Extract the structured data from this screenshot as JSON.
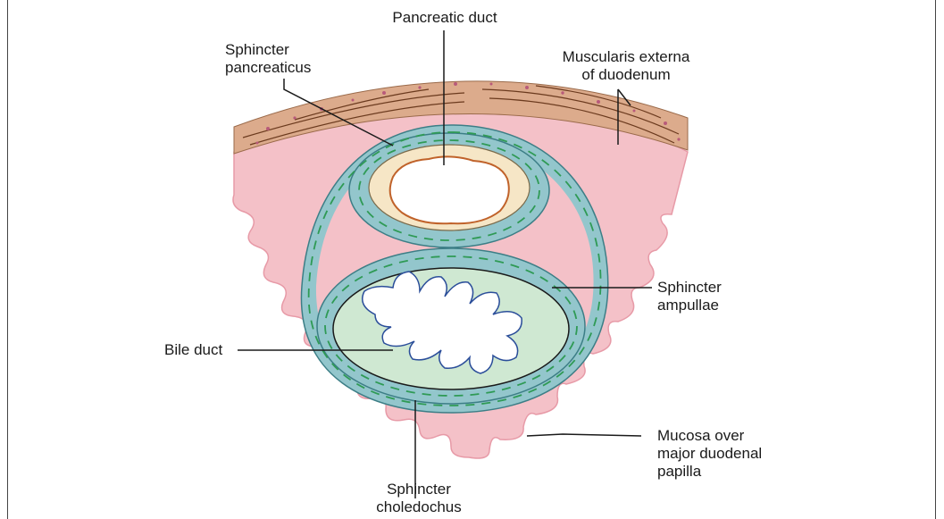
{
  "labels": {
    "pancreatic_duct": "Pancreatic duct",
    "sphincter_pancreaticus": "Sphincter\npancreaticus",
    "muscularis_externa": "Muscularis externa\nof duodenum",
    "sphincter_ampullae": "Sphincter\nampullae",
    "bile_duct": "Bile duct",
    "mucosa": "Mucosa over\nmajor duodenal\npapilla",
    "sphincter_choledochus": "Sphincter\ncholedochus"
  },
  "colors": {
    "mucosa_pink": "#f4c1c8",
    "muscle_band": "#dcab8c",
    "muscle_lines": "#6b3a1e",
    "sphincter_teal": "#93c6cc",
    "sphincter_dashes": "#2f9a55",
    "pancreatic_wall": "#f6e6c6",
    "pancreatic_lining": "#c0622a",
    "bile_wall": "#cfe8d2",
    "bile_lining": "#2b4e9a"
  }
}
